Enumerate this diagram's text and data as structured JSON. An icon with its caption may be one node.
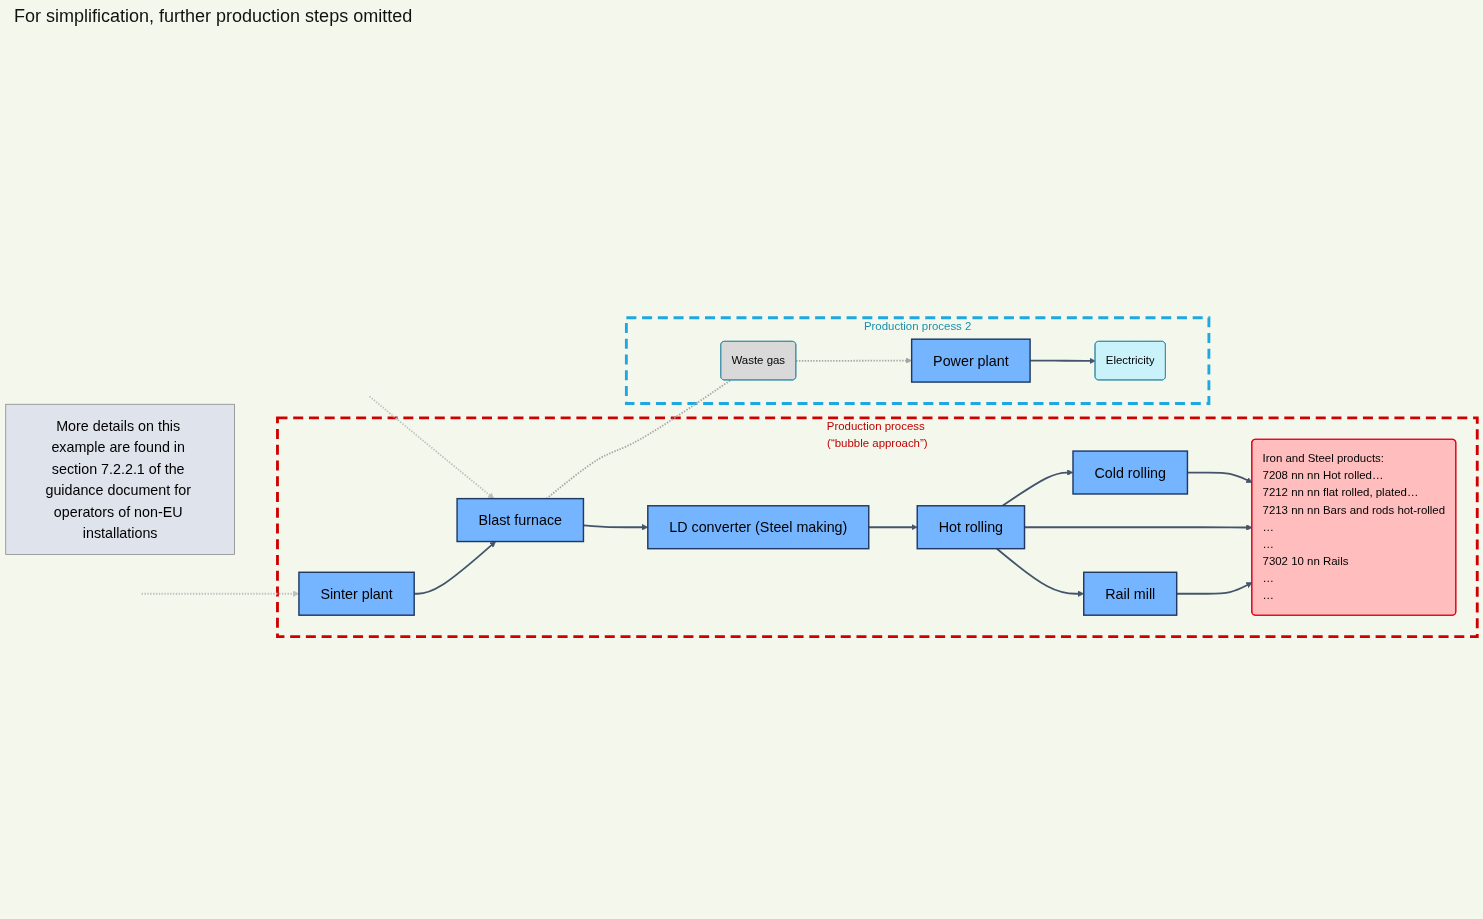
{
  "diagram": {
    "nodes": [
      {
        "text": [
          "Production process (“bubble approach”)"
        ]
      },
      {
        "text": [
          "Sinter plant"
        ],
        "in": 0
      },
      {
        "text": [
          "Blast furnace"
        ],
        "in": 0
      },
      {
        "text": [
          "LD converter (Steel making)"
        ],
        "in": 0
      },
      {
        "text": [
          "Cold rolling"
        ],
        "in": 0
      },
      {
        "text": [
          "Hot rolling"
        ],
        "in": 0
      },
      {
        "text": [
          "Rail mill"
        ],
        "in": 0
      },
      {
        "text": [
          "Iron and Steel products:",
          "7208 nn nn Hot rolled…",
          "7212 nn nn flat rolled, plated…",
          "7213 nn nn Bars and rods hot-rolled",
          "…",
          "…",
          "7302 10 nn Rails",
          "…",
          "…"
        ],
        "in": 0
      },
      {
        "text": [
          "Production process 2"
        ]
      },
      {
        "text": [
          "Waste gas"
        ],
        "in": 8
      },
      {
        "text": [
          "Power plant"
        ],
        "in": 8
      },
      {
        "text": [
          "Electricity"
        ],
        "in": 8
      },
      {
        "text": [
          "More details on this example are found in section 7.2.2.1 of the guidance document for operators of non-EU installations"
        ]
      }
    ],
    "edges": [
      {
        "from": null,
        "to": 1,
        "arrow": "to",
        "style": "dashed",
        "color": "#bfbfbf"
      },
      {
        "from": null,
        "to": 2,
        "arrow": "to",
        "style": "dashed",
        "color": "#bfbfbf"
      },
      {
        "from": 1,
        "to": 2,
        "arrow": "to"
      },
      {
        "from": 2,
        "to": 3,
        "arrow": "to"
      },
      {
        "from": 3,
        "to": 5,
        "arrow": "to"
      },
      {
        "from": 5,
        "to": 4,
        "arrow": "to"
      },
      {
        "from": 5,
        "to": 6,
        "arrow": "to"
      },
      {
        "from": 4,
        "to": 7,
        "arrow": "to"
      },
      {
        "from": 5,
        "to": 7,
        "arrow": "to"
      },
      {
        "from": 6,
        "to": 7,
        "arrow": "to"
      },
      {
        "from": 2,
        "to": 9,
        "arrow": "none",
        "style": "dashed",
        "color": "#a6a6a6"
      },
      {
        "from": 9,
        "to": 10,
        "arrow": "to",
        "style": "dashed",
        "color": "#a6a6a6"
      },
      {
        "from": 10,
        "to": 11,
        "arrow": "to"
      }
    ],
    "labels": [
      "For simplification, further production steps omitted"
    ]
  }
}
